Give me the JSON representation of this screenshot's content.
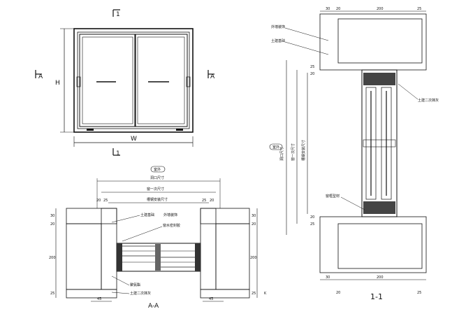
{
  "elevation": {
    "mark_top": "1",
    "mark_bottom": "1",
    "mark_left": "A",
    "mark_right": "A",
    "height_label": "H",
    "width_label": "W"
  },
  "plan_section": {
    "title": "A-A",
    "badge": "室外",
    "dims_top": [
      "洞口尺寸",
      "窗一次尺寸",
      "槽钢安装尺寸"
    ],
    "dims_left": [
      "30",
      "20",
      "200",
      "25"
    ],
    "dims_right": [
      "30",
      "20",
      "200",
      "25"
    ],
    "dims_bottom_left": "45",
    "dims_bottom_right": "45",
    "dims_small": [
      "20",
      "25",
      "25",
      "20"
    ],
    "side_mark": "K",
    "notes": [
      "土建基础",
      "外墙装饰",
      "窗水密封胶",
      "聚氨酯",
      "土建二次抹灰"
    ]
  },
  "section_1_1": {
    "title": "1-1",
    "badge": "室外",
    "dims_top": [
      "30",
      "20",
      "200",
      "25"
    ],
    "dims_bottom": [
      "30",
      "20",
      "200",
      "25"
    ],
    "dims_left_top": [
      "25",
      "20"
    ],
    "dims_left_bottom": [
      "20",
      "25"
    ],
    "dims_vertical": [
      "洞口尺寸",
      "窗一次尺寸",
      "槽钢安装尺寸"
    ],
    "notes": [
      "外墙装饰",
      "土建基础",
      "土建二次抹灰",
      "窗框型材"
    ]
  }
}
